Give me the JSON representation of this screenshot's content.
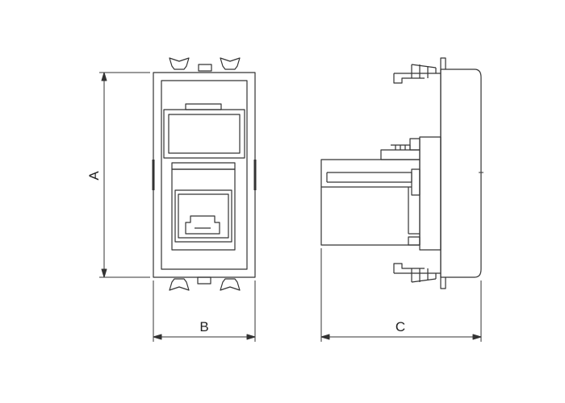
{
  "dimensions": {
    "height_label": "A",
    "width_label": "B",
    "depth_label": "C"
  },
  "colors": {
    "line": "#333333",
    "background": "#ffffff"
  }
}
